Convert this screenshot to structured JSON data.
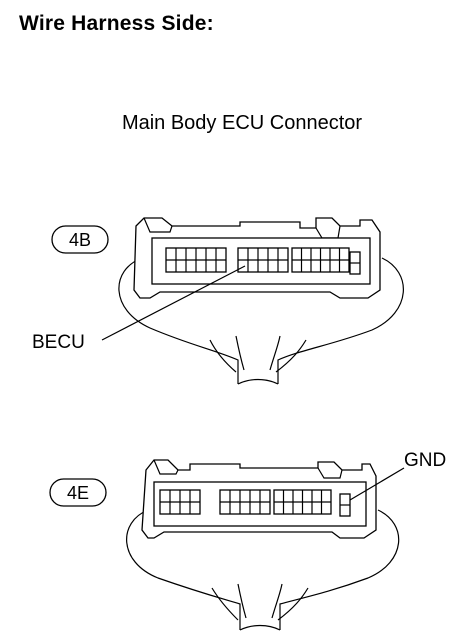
{
  "header": {
    "title": "Wire Harness Side:"
  },
  "subtitle": "Main Body ECU Connector",
  "connectors": [
    {
      "code": "4B",
      "pin_label": "BECU"
    },
    {
      "code": "4E",
      "pin_label": "GND"
    }
  ]
}
